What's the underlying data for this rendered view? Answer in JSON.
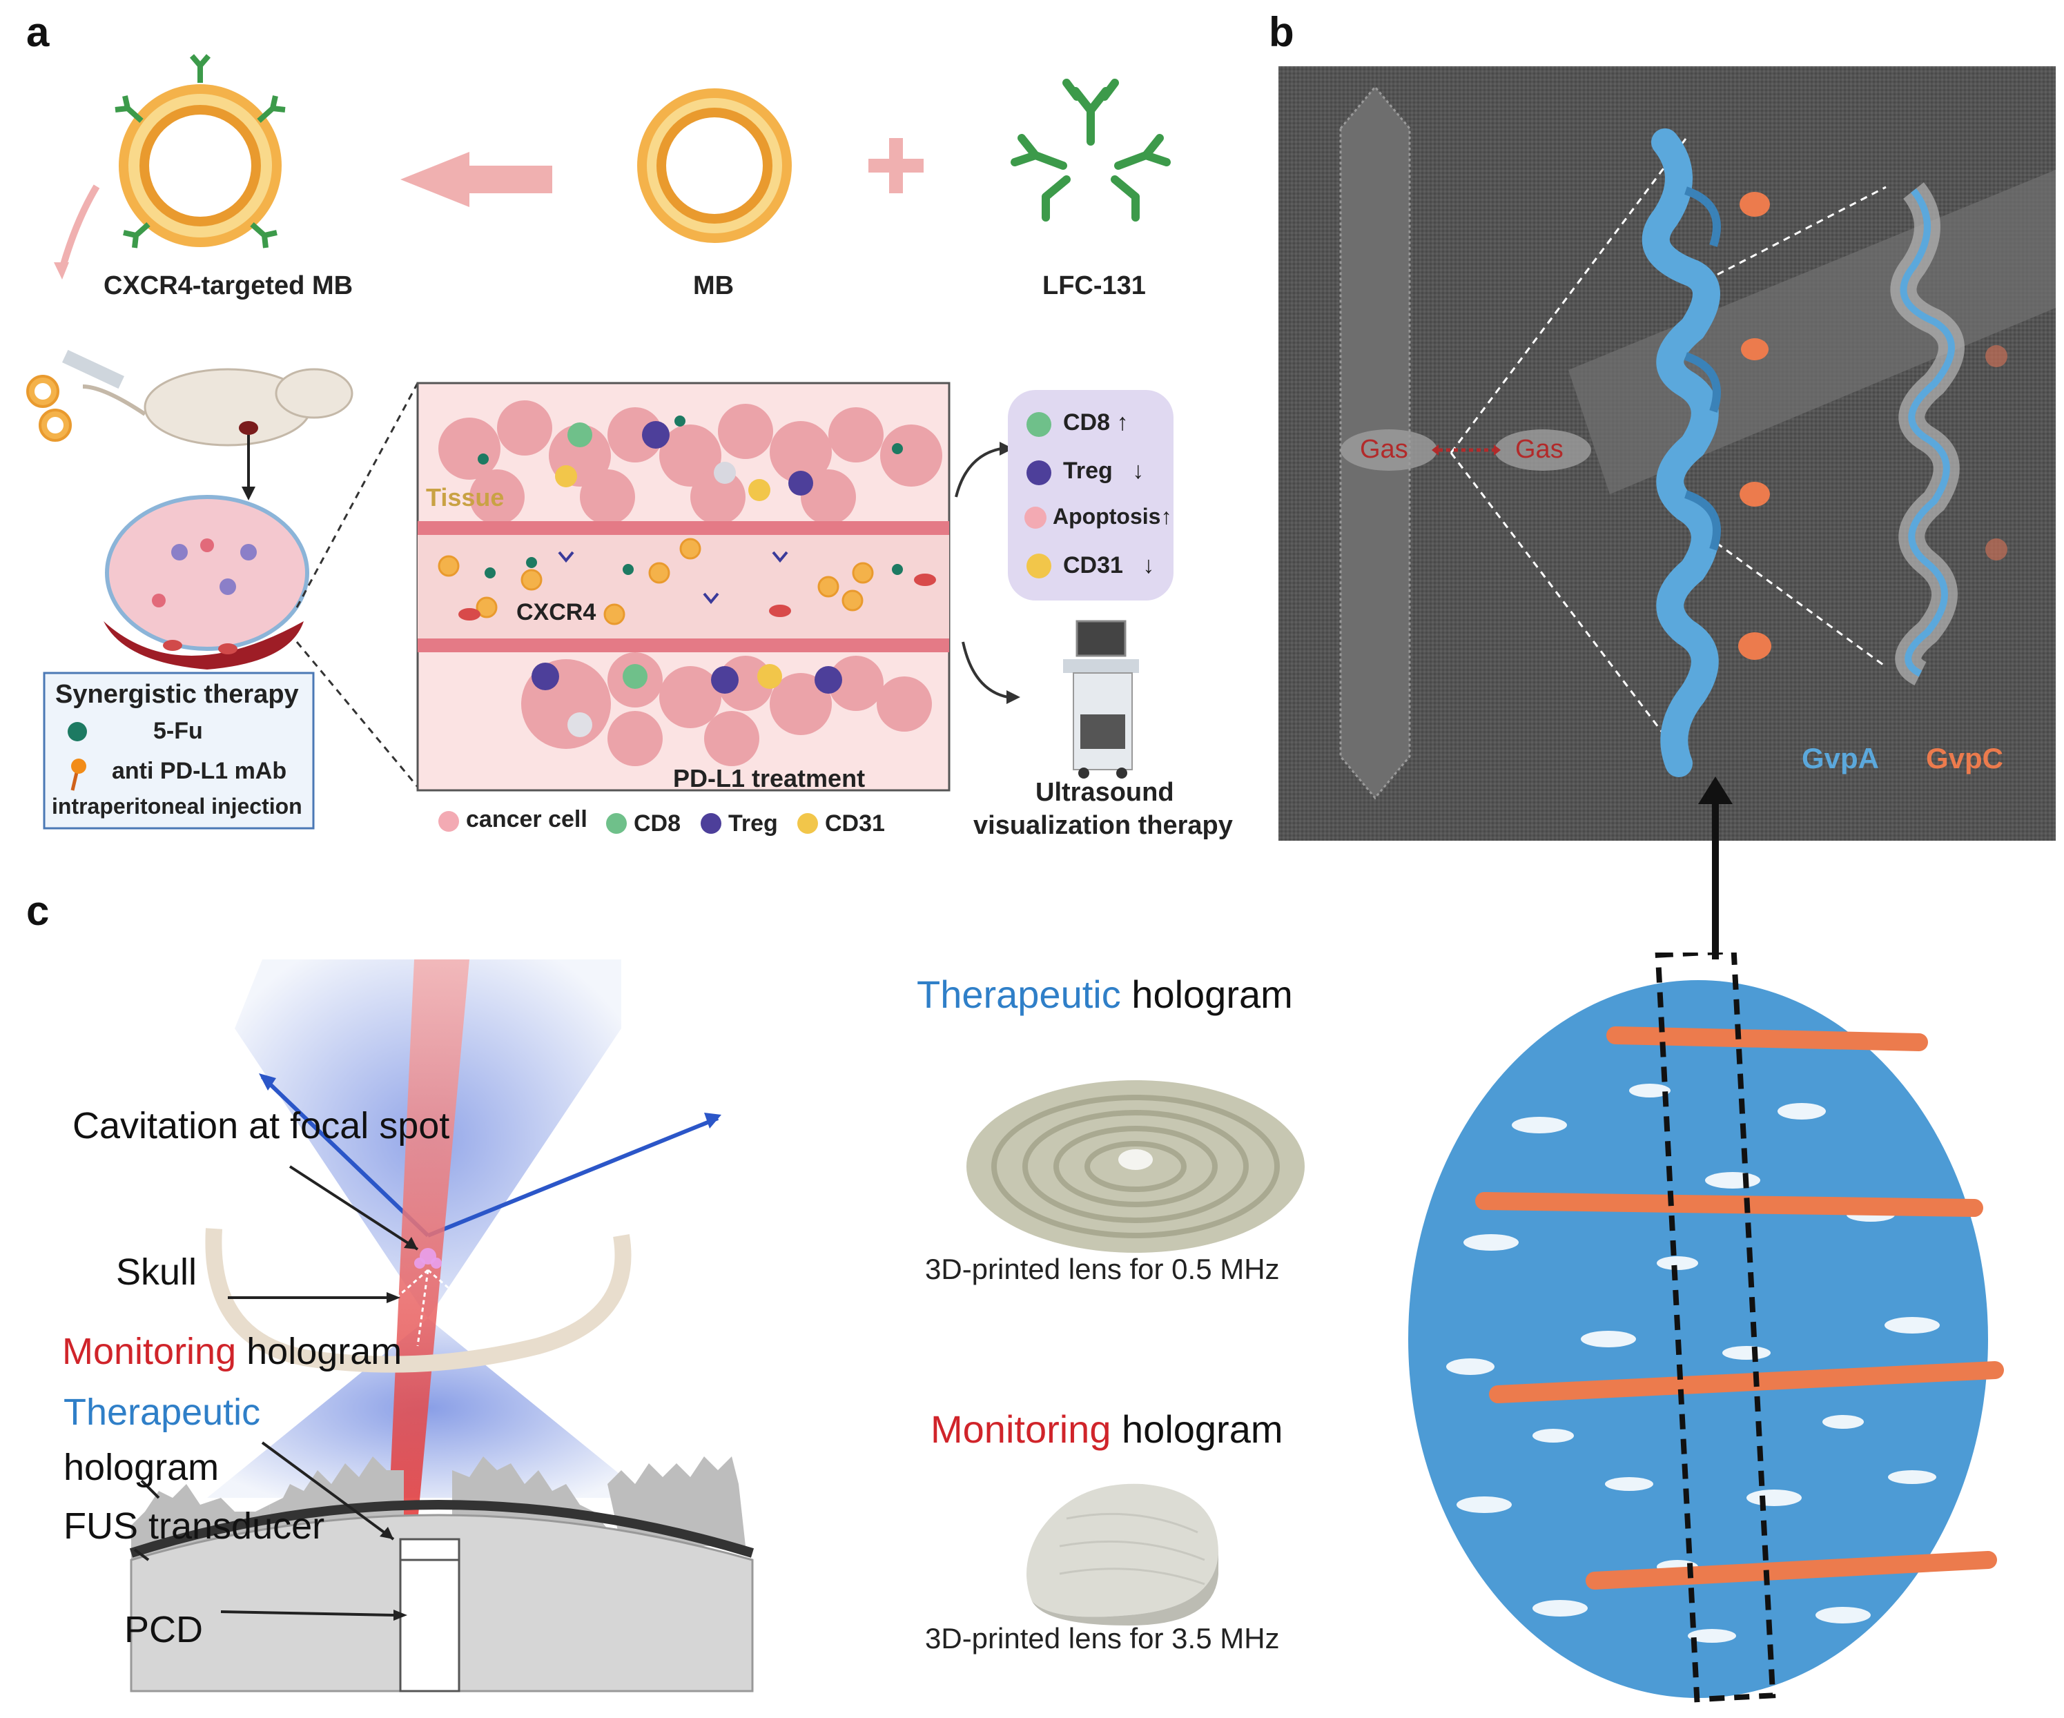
{
  "panel_a": {
    "letter": "a",
    "cxcr4_mb": "CXCR4-targeted MB",
    "mb": "MB",
    "lfc": "LFC-131",
    "tissue": "Tissue",
    "cxcr4": "CXCR4",
    "pdl1_treatment": "PD-L1 treatment",
    "synergistic_title": "Synergistic therapy",
    "fu": "5-Fu",
    "anti_pdl1": "anti PD-L1 mAb",
    "ip_injection": "intraperitoneal injection",
    "legend": {
      "cancer_cell": "cancer cell",
      "cd8": "CD8",
      "treg": "Treg",
      "cd31": "CD31"
    },
    "effects": {
      "cd8": "CD8",
      "cd8_arrow": "↑",
      "treg": "Treg",
      "treg_arrow": "↓",
      "apoptosis": "Apoptosis",
      "apoptosis_arrow": "↑",
      "cd31": "CD31",
      "cd31_arrow": "↓"
    },
    "ultrasound_line1": "Ultrasound",
    "ultrasound_line2": "visualization therapy"
  },
  "panel_b": {
    "letter": "b",
    "gas_left": "Gas",
    "gas_right": "Gas",
    "gvpa": "GvpA",
    "gvpc": "GvpC"
  },
  "panel_c": {
    "letter": "c",
    "cavitation": "Cavitation at focal spot",
    "skull": "Skull",
    "monitoring_word": "Monitoring",
    "hologram_word": " hologram",
    "therapeutic_word": "Therapeutic",
    "hologram_word2": "hologram",
    "fus": "FUS transducer",
    "pcd": "PCD",
    "lens1_caption": "3D-printed lens for 0.5 MHz",
    "lens2_caption": "3D-printed lens for 3.5 MHz"
  },
  "colors": {
    "therapeutic_blue": "#2f7fc8",
    "monitoring_red": "#d0242a",
    "gvpa_blue": "#5ba8dc",
    "gvpc_orange": "#ec7b4d",
    "gas_red": "#b22a2a"
  }
}
